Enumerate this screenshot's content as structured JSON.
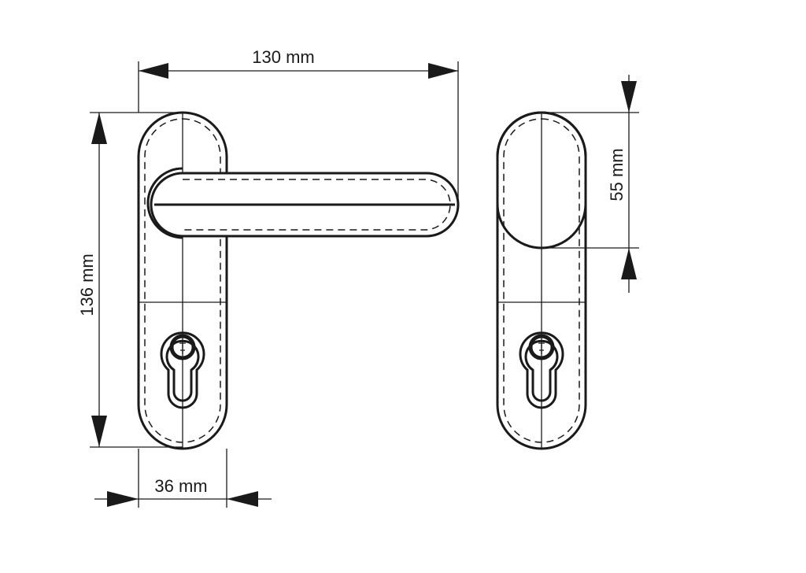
{
  "dimensions": {
    "length": "130 mm",
    "height": "136 mm",
    "width": "36 mm",
    "rose_height": "55 mm"
  }
}
